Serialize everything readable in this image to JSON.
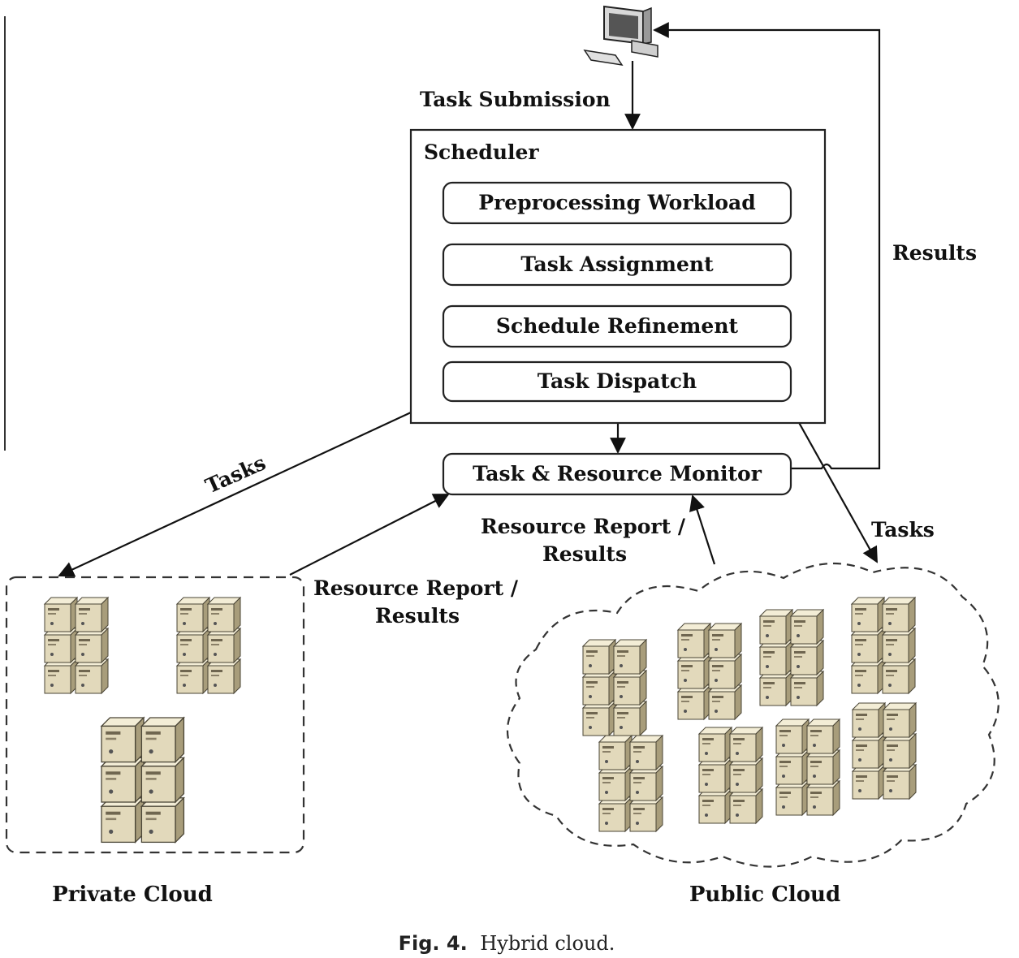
{
  "figure": {
    "scheduler_title": "Scheduler",
    "scheduler_steps": [
      "Preprocessing Workload",
      "Task Assignment",
      "Schedule Refinement",
      "Task Dispatch"
    ],
    "monitor": "Task & Resource Monitor",
    "task_submission": "Task Submission",
    "results": "Results",
    "tasks_left": "Tasks",
    "tasks_right": "Tasks",
    "report_center": [
      "Resource Report /",
      "Results"
    ],
    "report_left": [
      "Resource Report /",
      "Results"
    ],
    "private_cloud": "Private Cloud",
    "public_cloud": "Public Cloud",
    "caption_label": "Fig. 4.",
    "caption_text": "Hybrid cloud."
  },
  "icons": {
    "user": "computer-icon",
    "server": "server-stack-icon"
  },
  "colors": {
    "server_face": "#e7dfc4",
    "server_side": "#b9ae8c",
    "server_dark": "#6f6650",
    "line": "#111111"
  }
}
